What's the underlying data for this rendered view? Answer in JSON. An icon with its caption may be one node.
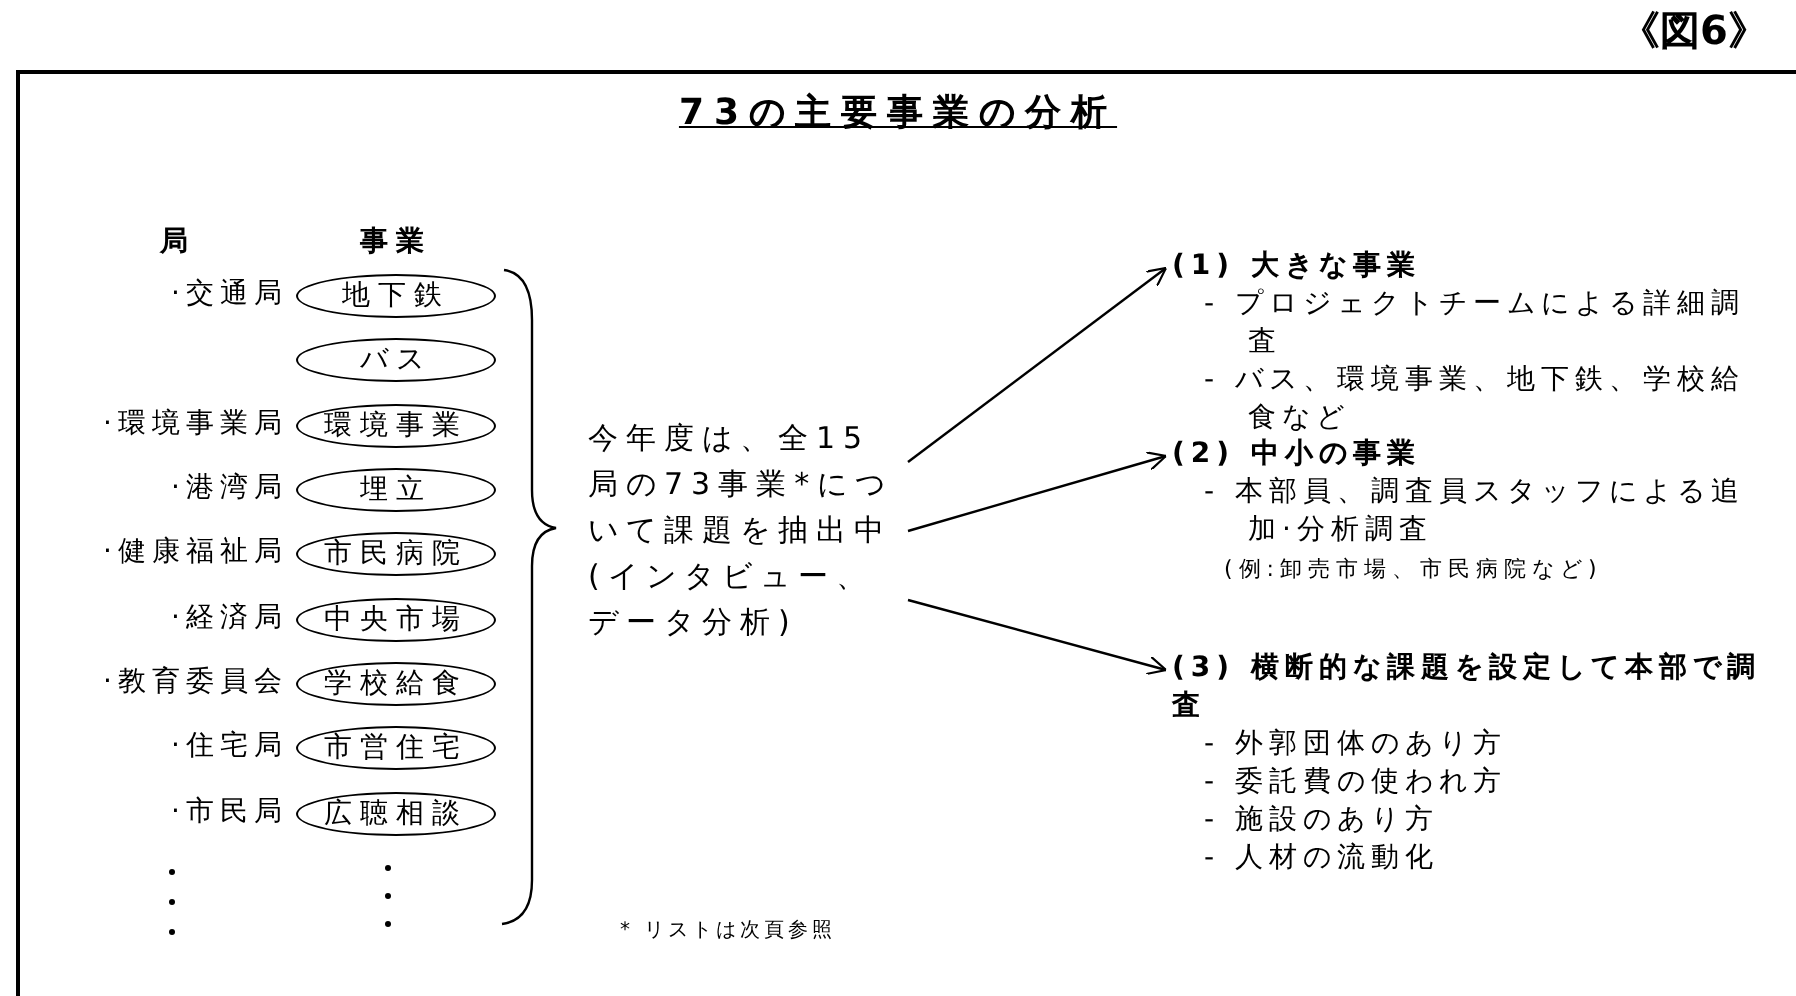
{
  "diagram": {
    "title": "73の主要事業の分析",
    "nodes": [
      {
        "text": [
          "今年度は、全15局の73事業*について課題を抽出中(インタビュー、データ分析)"
        ]
      },
      {
        "text": [
          "(1) 大きな事業",
          "- プロジェクトチームによる詳細調査",
          "- バス、環境事業、地下鉄、学校給食など"
        ]
      },
      {
        "text": [
          "(2) 中小の事業",
          "- 本部員、調査員スタッフによる追加·分析調査",
          "(例:卸売市場、市民病院など)"
        ]
      },
      {
        "text": [
          "(3) 横断的な課題を設定して本部で調査",
          "- 外郭団体のあり方",
          "- 委託費の使われ方",
          "- 施設のあり方",
          "- 人材の流動化"
        ]
      },
      {
        "text": [
          "地下鉄"
        ]
      },
      {
        "text": [
          "バス"
        ]
      },
      {
        "text": [
          "環境事業"
        ]
      },
      {
        "text": [
          "埋立"
        ]
      },
      {
        "text": [
          "市民病院"
        ]
      },
      {
        "text": [
          "中央市場"
        ]
      },
      {
        "text": [
          "学校給食"
        ]
      },
      {
        "text": [
          "市営住宅"
        ]
      },
      {
        "text": [
          "広聴相談"
        ]
      }
    ],
    "edges": [
      {
        "from": 0,
        "to": 1,
        "arrow": "to"
      },
      {
        "from": 0,
        "to": 2,
        "arrow": "to"
      },
      {
        "from": 0,
        "to": 3,
        "arrow": "to"
      }
    ],
    "labels": [
      "《図6》",
      "局",
      "事業",
      "·交通局",
      "·環境事業局",
      "·港湾局",
      "·健康福祉局",
      "·経済局",
      "·教育委員会",
      "·住宅局",
      "·市民局",
      "* リストは次頁参照"
    ]
  }
}
